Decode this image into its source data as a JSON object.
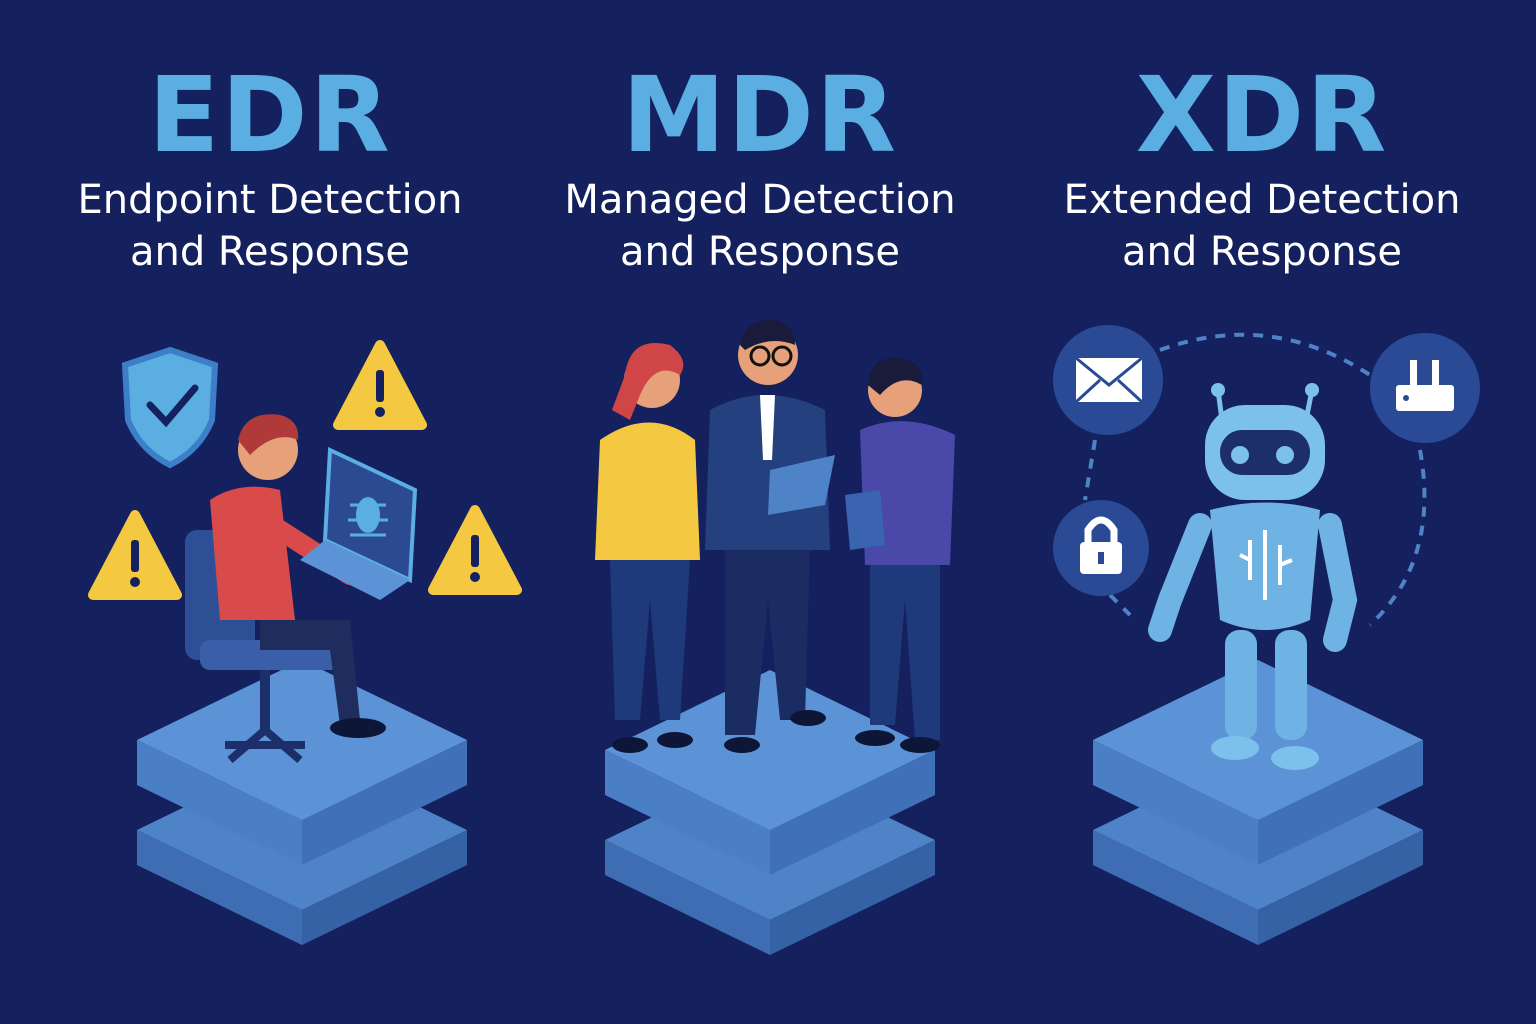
{
  "columns": [
    {
      "acronym": "EDR",
      "line1": "Endpoint Detection",
      "line2": "and Response"
    },
    {
      "acronym": "MDR",
      "line1": "Managed Detection",
      "line2": "and Response"
    },
    {
      "acronym": "XDR",
      "line1": "Extended Detection",
      "line2": "and Response"
    }
  ],
  "colors": {
    "background": "#14215e",
    "accent": "#5aaee2",
    "platform_top": "#5b93d6",
    "warning": "#f5c842"
  }
}
